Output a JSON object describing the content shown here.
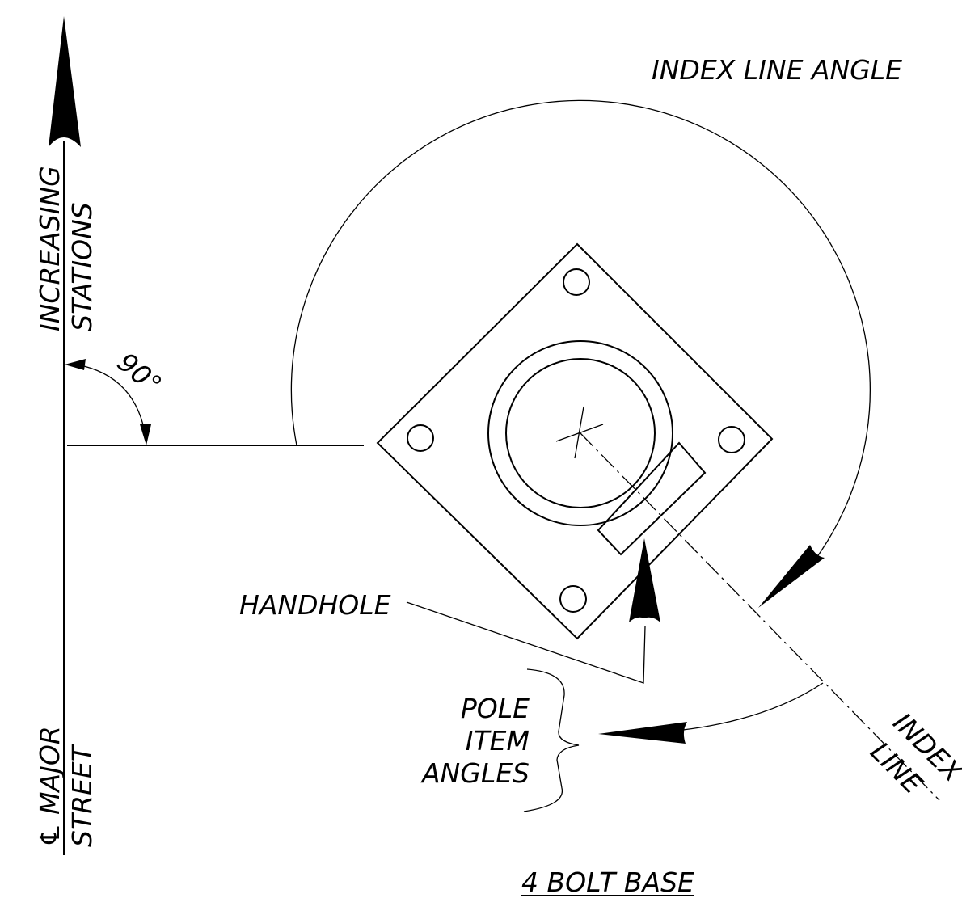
{
  "labels": {
    "index_line_angle": "INDEX LINE ANGLE",
    "increasing": "INCREASING",
    "stations": "STATIONS",
    "ninety": "90°",
    "handhole": "HANDHOLE",
    "pole": "POLE",
    "item": "ITEM",
    "angles": "ANGLES",
    "index": "INDEX",
    "line": "LINE",
    "cl_major": "℄ MAJOR",
    "street": "STREET",
    "base_title": "4 BOLT BASE"
  },
  "colors": {
    "ink": "#000000",
    "background": "#ffffff"
  }
}
